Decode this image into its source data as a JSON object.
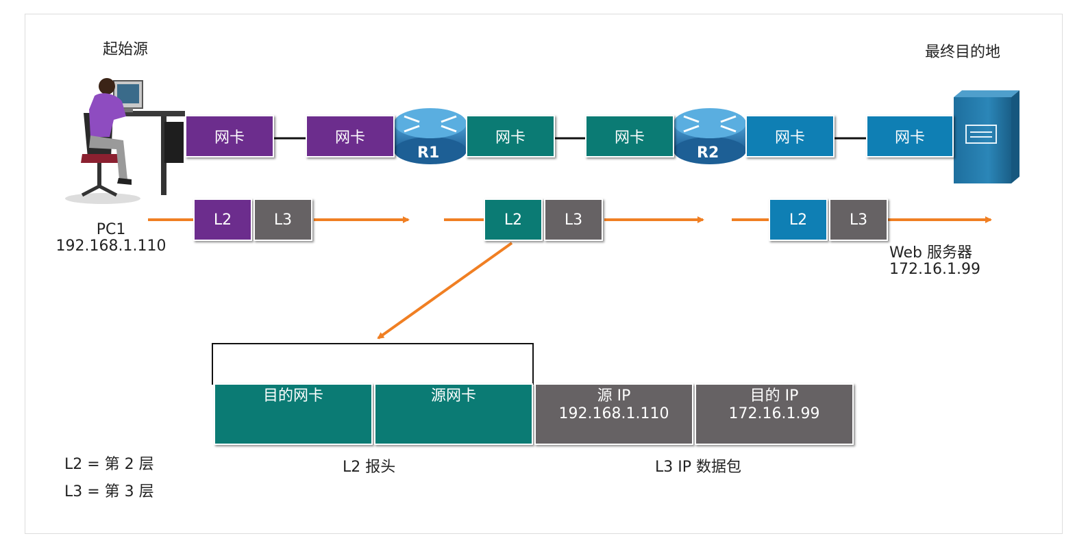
{
  "labels": {
    "source": "起始源",
    "destination": "最终目的地",
    "pc_name": "PC1",
    "pc_ip": "192.168.1.110",
    "server_name": "Web 服务器",
    "server_ip": "172.16.1.99",
    "legend_l2": "L2 = 第 2 层",
    "legend_l3": "L3 = 第 3 层",
    "l2_header": "L2 报头",
    "l3_packet": "L3 IP 数据包"
  },
  "routers": [
    "R1",
    "R2"
  ],
  "nic_label": "网卡",
  "frames": {
    "l2": "L2",
    "l3": "L3"
  },
  "packet": {
    "dest_mac": "目的网卡",
    "src_mac": "源网卡",
    "src_ip_label": "源 IP",
    "src_ip": "192.168.1.110",
    "dst_ip_label": "目的 IP",
    "dst_ip": "172.16.1.99"
  },
  "colors": {
    "segment1": "#6c2d8d",
    "segment2": "#0b7b74",
    "segment3": "#0f7fb4",
    "l3": "#666264",
    "arrow": "#f07f23"
  }
}
